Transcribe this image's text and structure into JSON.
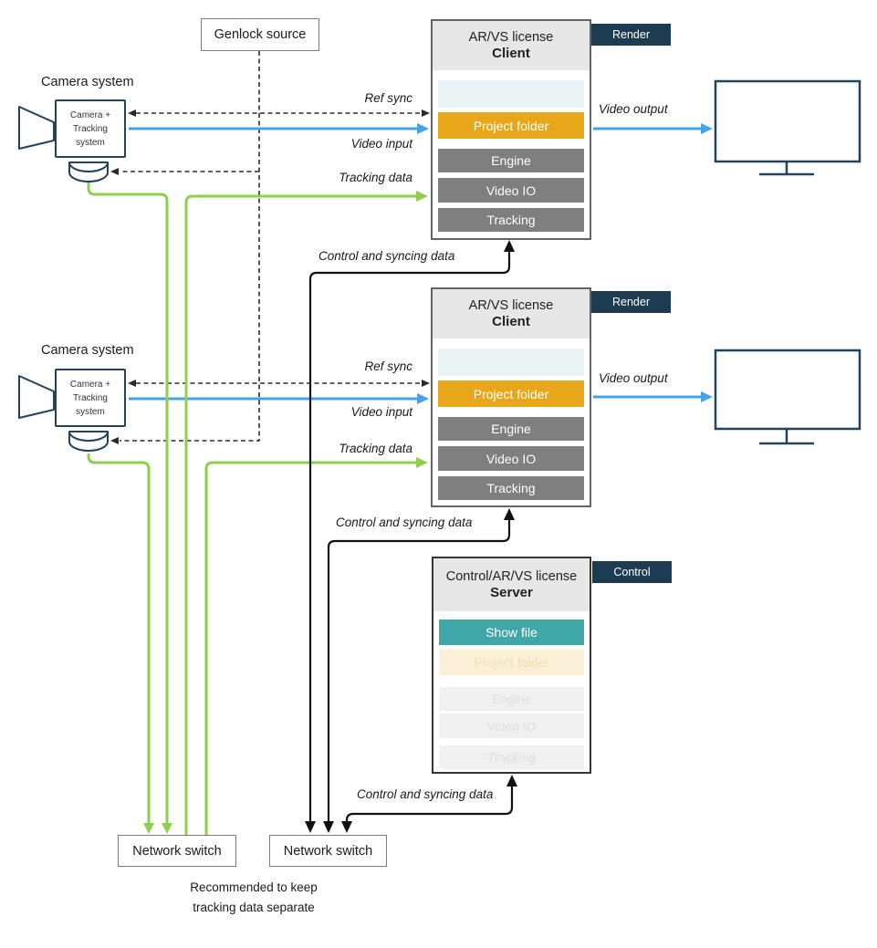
{
  "genlock": {
    "label": "Genlock source"
  },
  "camera_systems": [
    {
      "title": "Camera system",
      "device": "Camera +\nTracking\nsystem"
    },
    {
      "title": "Camera system",
      "device": "Camera +\nTracking\nsystem"
    }
  ],
  "clients": [
    {
      "license": "AR/VS license",
      "role": "Client",
      "tag": "Render",
      "modules": {
        "show_file": "",
        "project_folder": "Project folder",
        "engine": "Engine",
        "video_io": "Video IO",
        "tracking": "Tracking"
      }
    },
    {
      "license": "AR/VS license",
      "role": "Client",
      "tag": "Render",
      "modules": {
        "show_file": "",
        "project_folder": "Project folder",
        "engine": "Engine",
        "video_io": "Video IO",
        "tracking": "Tracking"
      }
    }
  ],
  "server": {
    "license": "Control/AR/VS license",
    "role": "Server",
    "tag": "Control",
    "modules": {
      "show_file": "Show file",
      "project_folder": "Project folder",
      "engine": "Engine",
      "video_io": "Video IO",
      "tracking": "Tracking"
    }
  },
  "switches": [
    {
      "label": "Network switch"
    },
    {
      "label": "Network switch"
    }
  ],
  "note": "Recommended to keep\ntracking data separate",
  "labels": {
    "ref_sync": "Ref sync",
    "video_input": "Video input",
    "tracking_data": "Tracking data",
    "video_output": "Video output",
    "control": "Control and syncing data"
  },
  "colors": {
    "video": "#44A1EA",
    "tracking": "#8FCE4E",
    "control": "#111111",
    "genlock_sync": "#2B2B2B",
    "tag_bg": "#1D3C51",
    "project_folder": "#E8A61A",
    "show_file": "#3FA7A7",
    "module_gray": "#7F7F7F",
    "module_inactive": "#F0F0F0",
    "project_inactive": "#FAF0D7",
    "empty_slot": "#EAF3F6",
    "node_header": "#E7E7E7",
    "device_outline": "#24425A"
  }
}
